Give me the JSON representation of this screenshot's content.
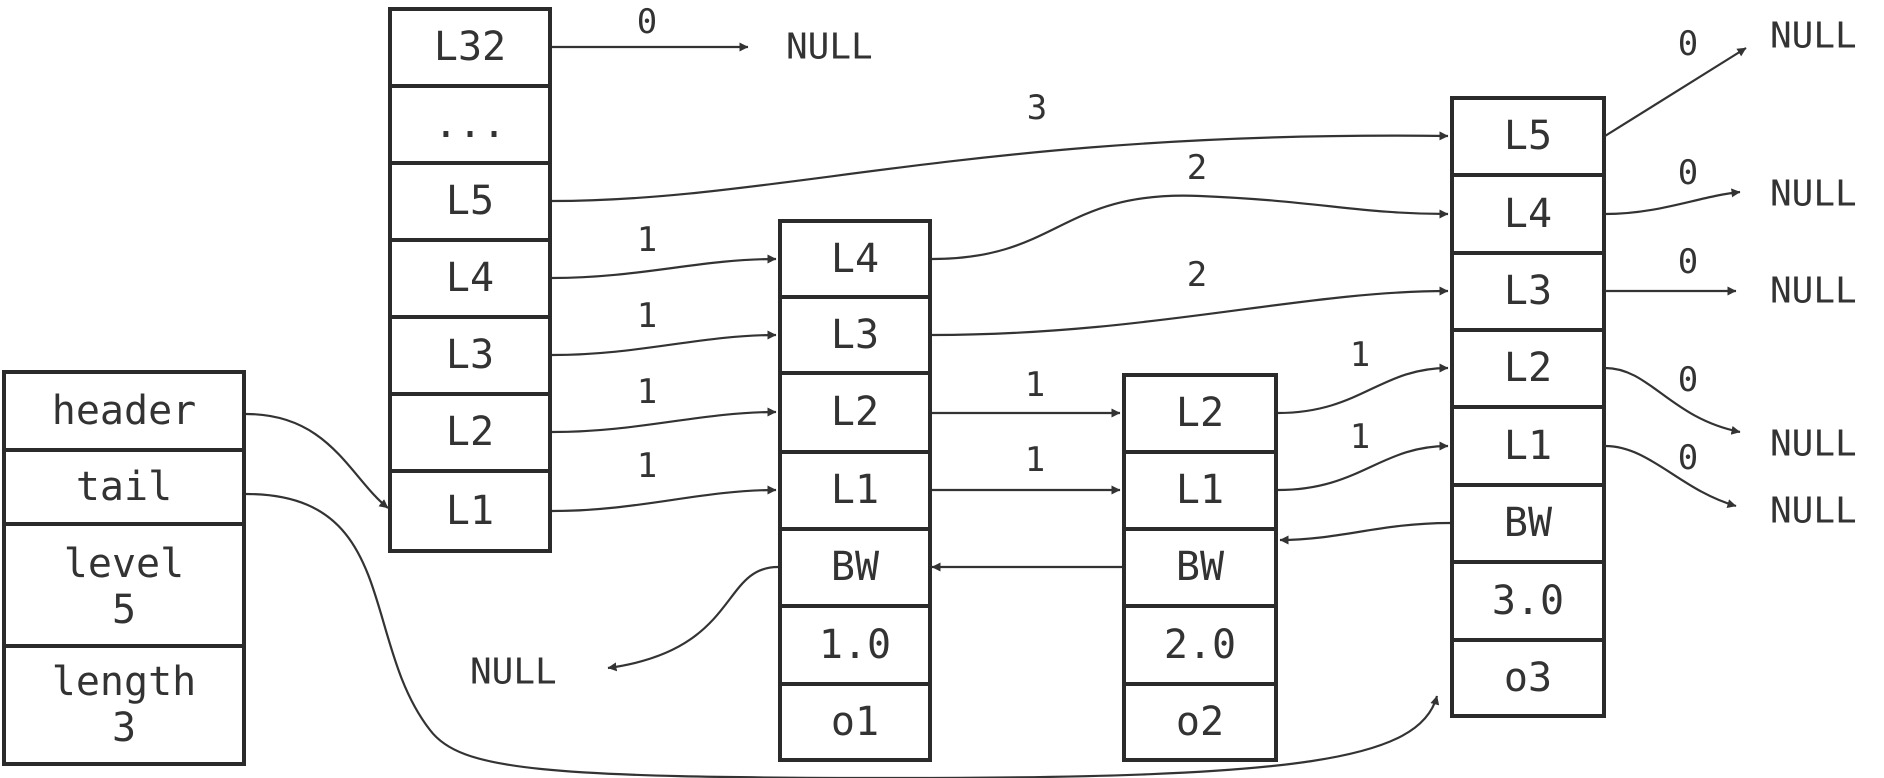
{
  "skiplist": {
    "header": "header",
    "tail": "tail",
    "level_label": "level",
    "level": "5",
    "length_label": "length",
    "length": "3"
  },
  "header_node": {
    "levels": [
      "L32",
      "...",
      "L5",
      "L4",
      "L3",
      "L2",
      "L1"
    ]
  },
  "nodes": [
    {
      "levels": [
        "L4",
        "L3",
        "L2",
        "L1"
      ],
      "backward": "BW",
      "score": "1.0",
      "obj": "o1"
    },
    {
      "levels": [
        "L2",
        "L1"
      ],
      "backward": "BW",
      "score": "2.0",
      "obj": "o2"
    },
    {
      "levels": [
        "L5",
        "L4",
        "L3",
        "L2",
        "L1"
      ],
      "backward": "BW",
      "score": "3.0",
      "obj": "o3"
    }
  ],
  "null_label": "NULL",
  "spans": {
    "header_l32": "0",
    "header_l5": "3",
    "header_l4": "1",
    "header_l3": "1",
    "header_l2": "1",
    "header_l1": "1",
    "n1_l4": "2",
    "n1_l3": "2",
    "n1_l2": "1",
    "n1_l1": "1",
    "n2_l2": "1",
    "n2_l1": "1",
    "n3_l5": "0",
    "n3_l4": "0",
    "n3_l3": "0",
    "n3_l2": "0",
    "n3_l1": "0"
  }
}
